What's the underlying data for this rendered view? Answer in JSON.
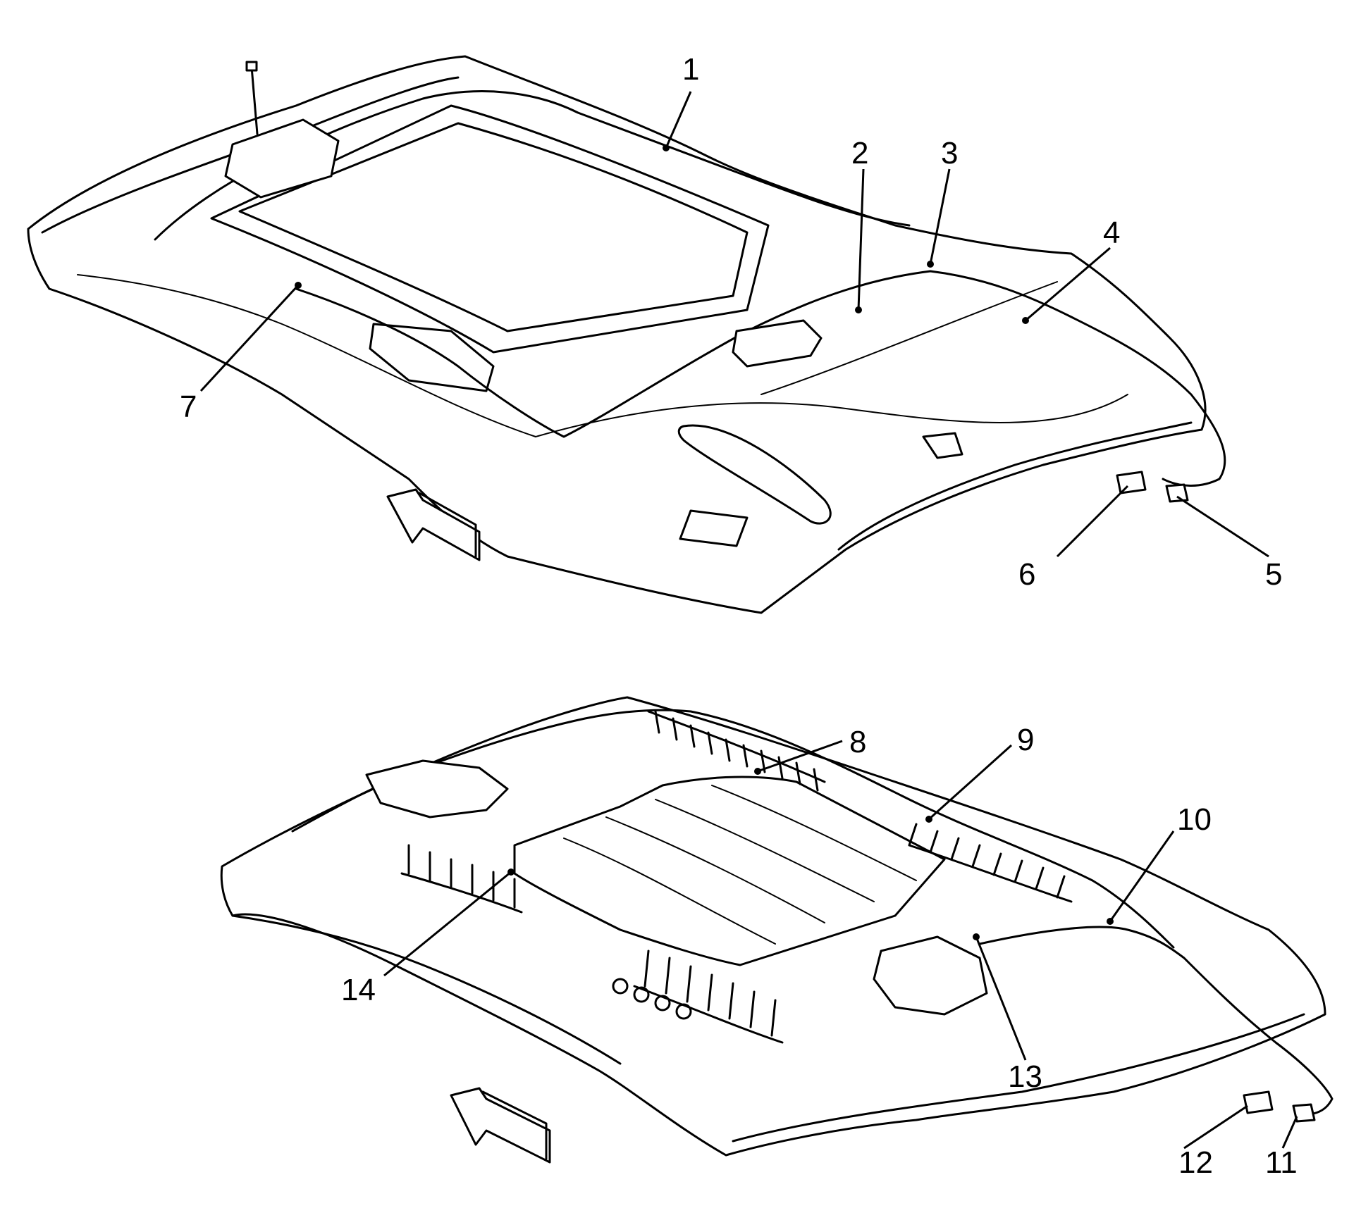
{
  "diagram": {
    "upper_view": {
      "callouts": [
        {
          "id": "c1",
          "label": "1"
        },
        {
          "id": "c2",
          "label": "2"
        },
        {
          "id": "c3",
          "label": "3"
        },
        {
          "id": "c4",
          "label": "4"
        },
        {
          "id": "c5",
          "label": "5"
        },
        {
          "id": "c6",
          "label": "6"
        },
        {
          "id": "c7",
          "label": "7"
        }
      ]
    },
    "lower_view": {
      "callouts": [
        {
          "id": "c8",
          "label": "8"
        },
        {
          "id": "c9",
          "label": "9"
        },
        {
          "id": "c10",
          "label": "10"
        },
        {
          "id": "c11",
          "label": "11"
        },
        {
          "id": "c12",
          "label": "12"
        },
        {
          "id": "c13",
          "label": "13"
        },
        {
          "id": "c14",
          "label": "14"
        }
      ]
    },
    "direction_arrows": [
      {
        "icon": "forward-direction-arrow-icon"
      },
      {
        "icon": "forward-direction-arrow-icon"
      }
    ]
  }
}
